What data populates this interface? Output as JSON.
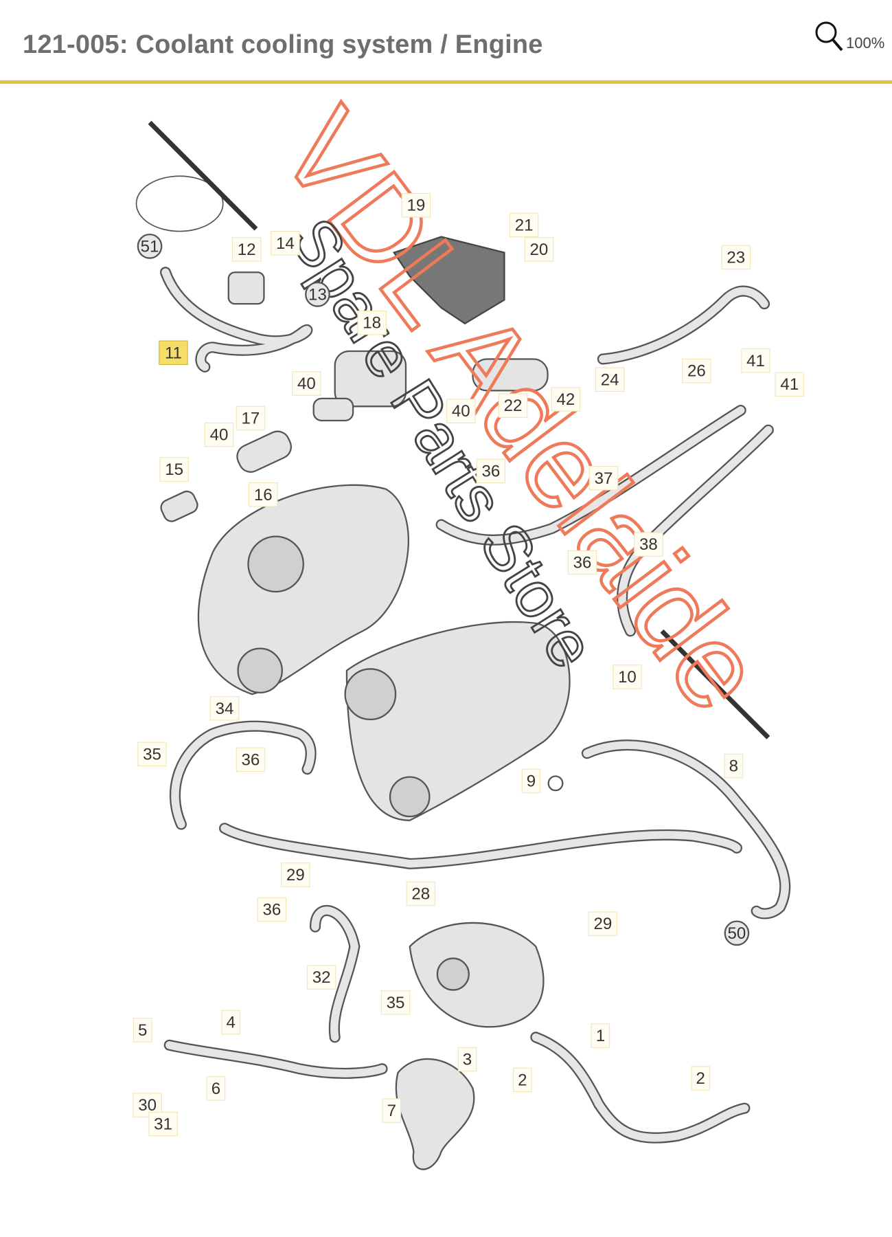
{
  "header": {
    "title": "121-005: Coolant cooling system / Engine",
    "zoom_level": "100%",
    "accent_color": "#e2c23a"
  },
  "watermark": {
    "brand": "VDL Adelaide",
    "sub": "Spare Parts Store",
    "brand_color": "#ef7a5a"
  },
  "diagram": {
    "labels": [
      "51",
      "12",
      "14",
      "13",
      "11",
      "18",
      "19",
      "21",
      "20",
      "23",
      "40",
      "22",
      "42",
      "40",
      "24",
      "26",
      "41",
      "41",
      "17",
      "40",
      "15",
      "16",
      "36",
      "37",
      "38",
      "36",
      "10",
      "34",
      "35",
      "36",
      "8",
      "9",
      "29",
      "28",
      "36",
      "29",
      "50",
      "32",
      "35",
      "5",
      "4",
      "1",
      "3",
      "2",
      "2",
      "6",
      "30",
      "31",
      "7"
    ],
    "highlighted_label": "11"
  }
}
